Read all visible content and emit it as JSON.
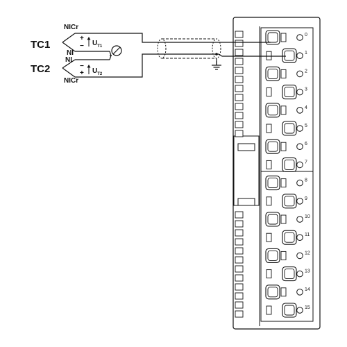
{
  "colors": {
    "line": "#111111",
    "housing": "#ffffff",
    "shield": "#555555"
  },
  "labels": {
    "tc1": "TC1",
    "tc2": "TC2",
    "tc1_top_wire": "NICr",
    "tc1_bottom_wire": "NI",
    "tc2_top_wire": "NI",
    "tc2_bottom_wire": "NICr",
    "plus": "+",
    "minus": "−",
    "voltage_symbol": "U",
    "tc1_voltage_sub": "T1",
    "tc2_voltage_sub": "T2"
  },
  "icons": {
    "ground": "ground-icon",
    "compensation": "resistor-circle-icon"
  },
  "terminals": [
    "0",
    "1",
    "2",
    "3",
    "4",
    "5",
    "6",
    "7",
    "8",
    "9",
    "10",
    "11",
    "12",
    "13",
    "14",
    "15"
  ],
  "connections": [
    {
      "source": "TC1",
      "terminal": "0"
    },
    {
      "source": "TC2",
      "terminal": "1"
    }
  ]
}
